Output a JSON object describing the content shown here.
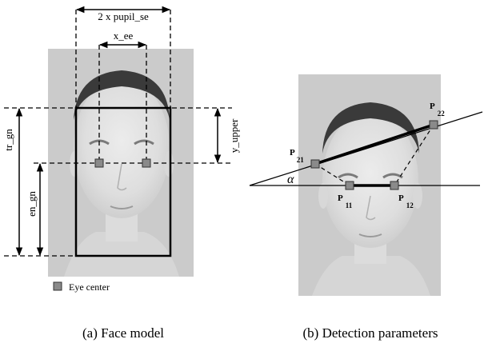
{
  "panel_a": {
    "caption": "(a) Face model",
    "labels": {
      "pupil_width": "2 x pupil_se",
      "eye_distance": "x_ee",
      "tr_gn": "tr_gn",
      "en_gn": "en_gn",
      "y_upper": "y_upper"
    },
    "legend": "Eye center"
  },
  "panel_b": {
    "caption": "(b) Detection parameters",
    "points": [
      {
        "letter": "P",
        "index": "21"
      },
      {
        "letter": "P",
        "index": "22"
      },
      {
        "letter": "P",
        "index": "11"
      },
      {
        "letter": "P",
        "index": "12"
      }
    ],
    "angle": "α"
  },
  "colors": {
    "photo_bg": "#cbcbcb",
    "marker_fill": "#8a8a8a",
    "line": "#000000"
  }
}
